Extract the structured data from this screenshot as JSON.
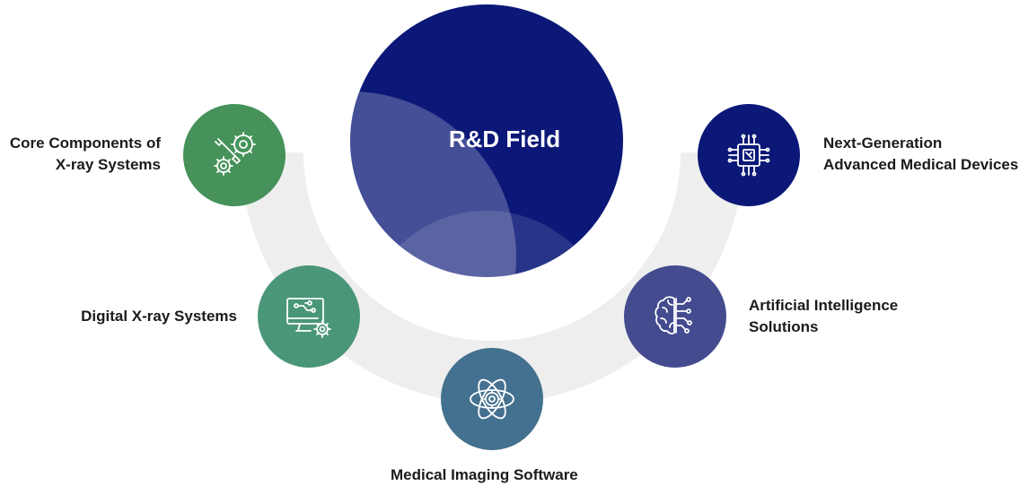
{
  "center": {
    "title": "R&D Field"
  },
  "colors": {
    "arc": "#eeeeee",
    "hero": "#0b1877",
    "core_components": "#46925a",
    "digital_xray": "#4a9679",
    "imaging_software": "#44718f",
    "ai_solutions": "#454b8f",
    "next_gen": "#0b1877"
  },
  "fields": {
    "core_components": {
      "line1": "Core Components of",
      "line2": "X-ray Systems",
      "icon": "wrench-gears-icon"
    },
    "digital_xray": {
      "line1": "Digital X-ray Systems",
      "icon": "monitor-gear-icon"
    },
    "imaging_software": {
      "line1": "Medical Imaging Software",
      "icon": "atom-gear-icon"
    },
    "ai_solutions": {
      "line1": "Artificial Intelligence",
      "line2": "Solutions",
      "icon": "brain-circuit-icon"
    },
    "next_gen": {
      "line1": "Next-Generation",
      "line2": "Advanced Medical Devices",
      "icon": "chip-icon"
    }
  }
}
